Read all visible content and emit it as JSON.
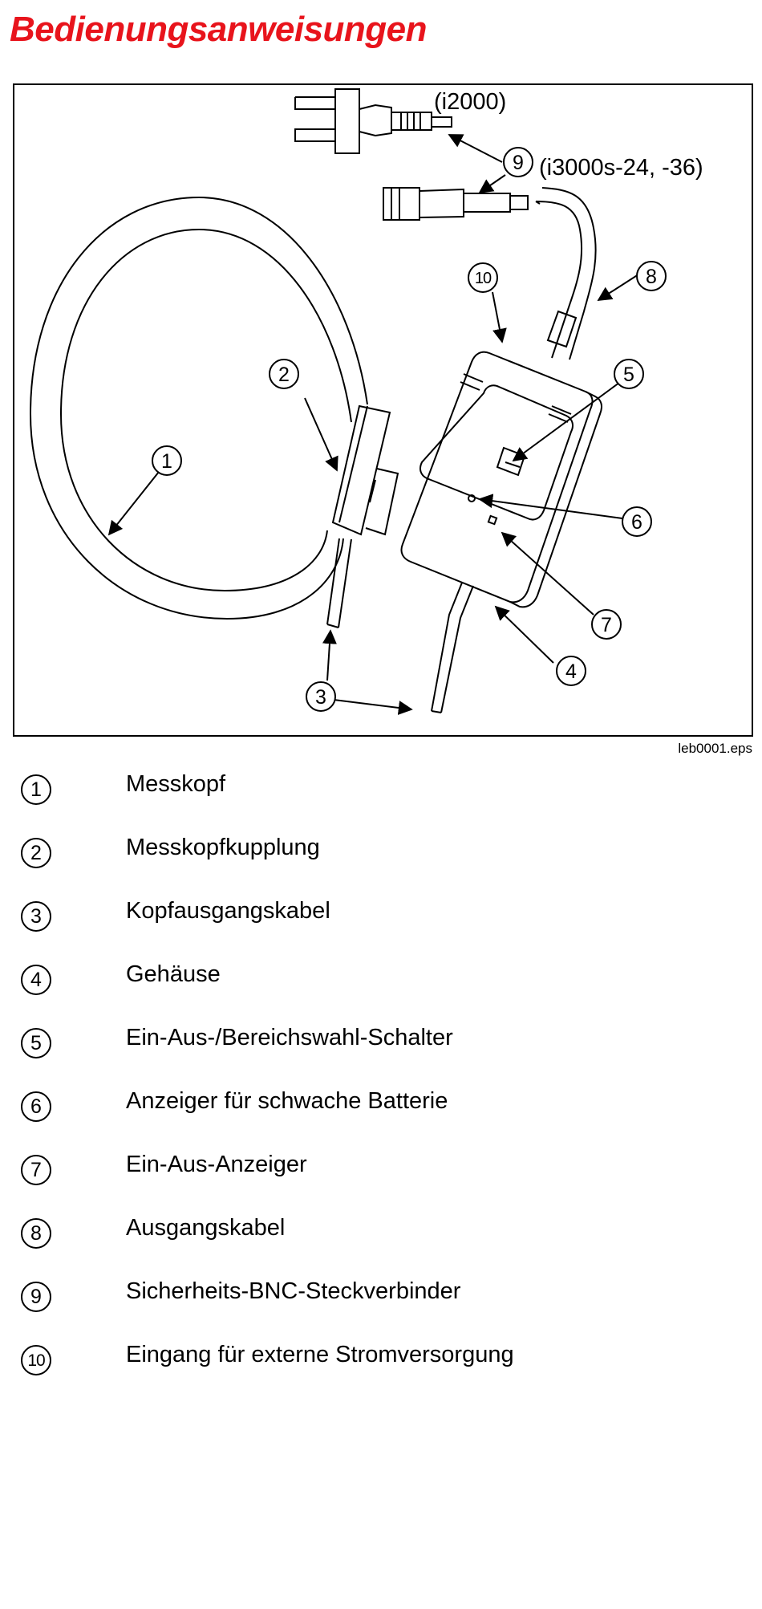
{
  "page": {
    "title": "Bedienungsanweisungen",
    "figure_id": "leb0001.eps"
  },
  "diagram": {
    "label_i2000": "(i2000)",
    "label_i3000": "(i3000s-24, -36)",
    "callouts": [
      "1",
      "2",
      "3",
      "4",
      "5",
      "6",
      "7",
      "8",
      "9",
      "10"
    ]
  },
  "legend": [
    {
      "num": "1",
      "label": "Messkopf"
    },
    {
      "num": "2",
      "label": "Messkopfkupplung"
    },
    {
      "num": "3",
      "label": "Kopfausgangskabel"
    },
    {
      "num": "4",
      "label": "Gehäuse"
    },
    {
      "num": "5",
      "label": "Ein-Aus-/Bereichswahl-Schalter"
    },
    {
      "num": "6",
      "label": "Anzeiger für schwache Batterie"
    },
    {
      "num": "7",
      "label": "Ein-Aus-Anzeiger"
    },
    {
      "num": "8",
      "label": "Ausgangskabel"
    },
    {
      "num": "9",
      "label": "Sicherheits-BNC-Steckverbinder"
    },
    {
      "num": "10",
      "label": "Eingang für externe Stromversorgung"
    }
  ]
}
